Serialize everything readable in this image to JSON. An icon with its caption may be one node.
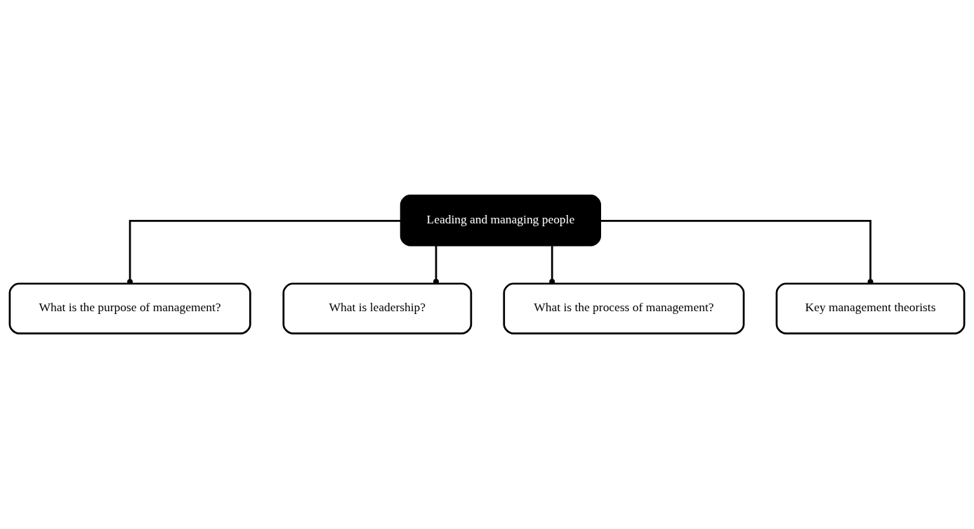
{
  "diagram": {
    "nodes": [
      {
        "text": [
          "Leading and managing people"
        ]
      },
      {
        "text": [
          "What is the purpose of management?"
        ]
      },
      {
        "text": [
          "What is leadership?"
        ]
      },
      {
        "text": [
          "What is the process of management?"
        ]
      },
      {
        "text": [
          "Key management theorists"
        ]
      }
    ],
    "edges": [
      {
        "from": 0,
        "to": 1,
        "arrow": "other"
      },
      {
        "from": 0,
        "to": 3,
        "arrow": "other"
      },
      {
        "from": 0,
        "to": 2,
        "arrow": "other"
      },
      {
        "from": 0,
        "to": 4,
        "arrow": "other"
      }
    ]
  }
}
